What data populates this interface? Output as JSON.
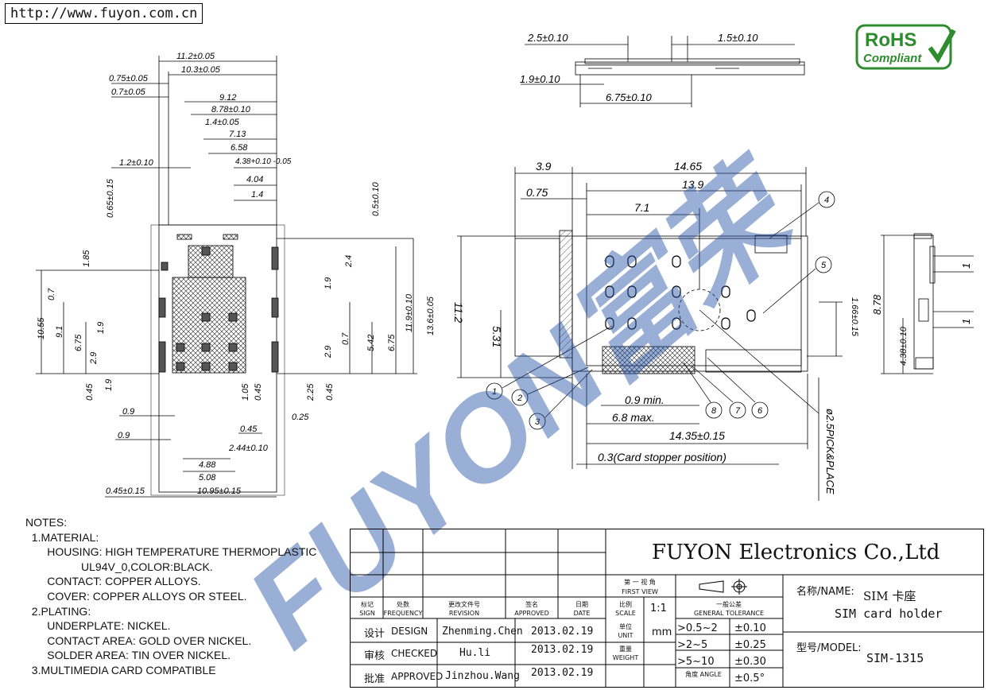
{
  "header": {
    "url": "http://www.fuyon.com.cn"
  },
  "logo": {
    "rohs_line1": "RoHS",
    "rohs_line2": "Compliant",
    "watermark": "FUYON富荣",
    "rohs_color": "#2e8b2e",
    "watermark_color": "#1f4ea3"
  },
  "left_view": {
    "dims": [
      "11.2±0.05",
      "10.3±0.05",
      "0.75±0.05",
      "0.7±0.05",
      "9.12",
      "8.78±0.10",
      "1.4±0.05",
      "7.13",
      "6.58",
      "1.2±0.10",
      "4.38+0.10 -0.05",
      "4.04",
      "1.4",
      "0.65±0.15",
      "0.5±0.10",
      "1.85",
      "2.4",
      "10.55",
      "0.7",
      "9.1",
      "6.75",
      "1.9",
      "2.9",
      "1.9",
      "11.9±0.10",
      "13.6±0.05",
      "0.7",
      "5.42",
      "6.75",
      "2.9",
      "0.45",
      "1.9",
      "1.05",
      "0.45",
      "2.25",
      "0.45",
      "0.9",
      "0.25",
      "0.45",
      "0.9",
      "2.44±0.10",
      "4.88",
      "5.08",
      "0.45±0.15",
      "10.95±0.15"
    ]
  },
  "top_view": {
    "dims": [
      "2.5±0.10",
      "1.5±0.10",
      "1.9±0.10",
      "6.75±0.10"
    ]
  },
  "main_view": {
    "dims": [
      "3.9",
      "14.65",
      "0.75",
      "13.9",
      "7.1",
      "11.2",
      "5.31",
      "0.9 min.",
      "6.8 max.",
      "14.35±0.15",
      "0.3(Card stopper position)",
      "1.66±0.15",
      "ø2.5PICK&PLACE"
    ],
    "callouts": [
      "1",
      "2",
      "3",
      "4",
      "5",
      "6",
      "7",
      "8"
    ]
  },
  "side_view": {
    "dims": [
      "1",
      "1",
      "8.78",
      "4.38±0.10"
    ]
  },
  "notes": {
    "lines": [
      "NOTES:",
      "  1.MATERIAL:",
      "       HOUSING: HIGH TEMPERATURE THERMOPLASTIC",
      "                  UL94V_0,COLOR:BLACK.",
      "       CONTACT: COPPER ALLOYS.",
      "       COVER: COPPER ALLOYS OR STEEL.",
      "  2.PLATING:",
      "       UNDERPLATE: NICKEL.",
      "       CONTACT AREA: GOLD OVER NICKEL.",
      "       SOLDER AREA: TIN OVER NICKEL.",
      "  3.MULTIMEDIA CARD COMPATIBLE"
    ]
  },
  "title_block": {
    "company": "FUYON Electronics Co.,Ltd",
    "projection_cn": "第 一 视 角",
    "projection_en": "FIRST VIEW",
    "headers": [
      {
        "cn": "标记",
        "en": "SIGN"
      },
      {
        "cn": "处数",
        "en": "FREQUENCY"
      },
      {
        "cn": "更改文件号",
        "en": "REVISION"
      },
      {
        "cn": "签名",
        "en": "APPROVED"
      },
      {
        "cn": "日期",
        "en": "DATE"
      }
    ],
    "scale_cn": "比例",
    "scale_en": "SCALE",
    "scale_value": "1:1",
    "tolerance_cn": "一般公差",
    "tolerance_en": "GENERAL TOLERANCE",
    "unit_cn": "单位",
    "unit_en": "UNIT",
    "unit_value": "mm",
    "weight_cn": "重量",
    "weight_en": "WEIGHT",
    "tolerances": [
      {
        "range": ">0.5~2",
        "tol": "±0.10"
      },
      {
        "range": ">2~5",
        "tol": "±0.25"
      },
      {
        "range": ">5~10",
        "tol": "±0.30"
      },
      {
        "range": "角度 ANGLE",
        "tol": "±0.5°"
      }
    ],
    "approvals": [
      {
        "role_cn": "设计",
        "role_en": "DESIGN",
        "name": "Zhenming.Chen",
        "date": "2013.02.19"
      },
      {
        "role_cn": "审核",
        "role_en": "CHECKED",
        "name": "Hu.li",
        "date": "2013.02.19"
      },
      {
        "role_cn": "批准",
        "role_en": "APPROVED",
        "name": "Jinzhou.Wang",
        "date": "2013.02.19"
      }
    ],
    "name_label": "名称/NAME:",
    "name_cn": "SIM 卡座",
    "name_en": "SIM card holder",
    "model_label": "型号/MODEL:",
    "model_value": "SIM-1315"
  }
}
